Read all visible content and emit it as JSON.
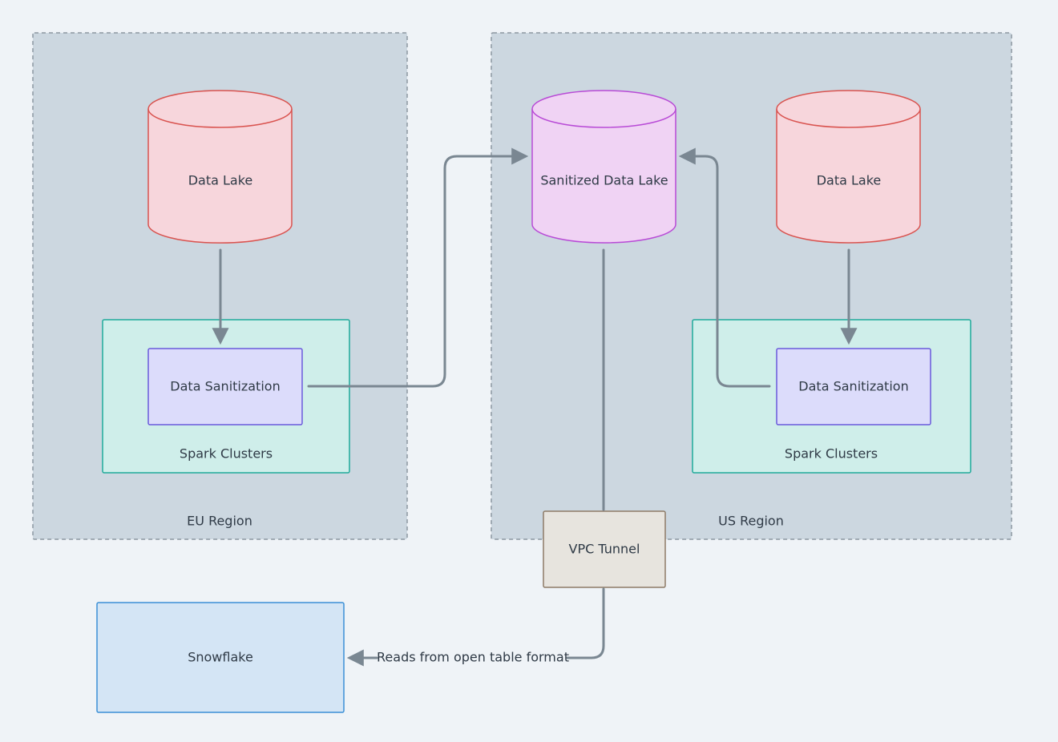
{
  "regions": {
    "eu": {
      "label": "EU Region"
    },
    "us": {
      "label": "US Region"
    }
  },
  "eu_data_lake": {
    "label": "Data Lake"
  },
  "eu_spark_clusters": {
    "label": "Spark Clusters"
  },
  "eu_data_sanitization": {
    "label": "Data Sanitization"
  },
  "sanitized_data_lake": {
    "label": "Sanitized Data Lake"
  },
  "us_data_lake": {
    "label": "Data Lake"
  },
  "us_spark_clusters": {
    "label": "Spark Clusters"
  },
  "us_data_sanitization": {
    "label": "Data Sanitization"
  },
  "vpc_tunnel": {
    "label": "VPC Tunnel"
  },
  "snowflake": {
    "label": "Snowflake"
  },
  "edges": {
    "tunnel_to_snowflake": {
      "label": "Reads from open table format"
    }
  },
  "colors": {
    "page_background": "#eff3f7",
    "region_fill": "#ccd7e0",
    "region_border": "#8c97a1",
    "data_lake_fill": "#f7d6dc",
    "data_lake_stroke": "#d9534f",
    "sanitized_lake_fill": "#f0d3f4",
    "sanitized_lake_stroke": "#b84ad6",
    "spark_fill": "#cfeeea",
    "spark_stroke": "#1faa9a",
    "sanitization_fill": "#dcdcfb",
    "sanitization_stroke": "#6a5adb",
    "vpc_fill": "#e7e4de",
    "vpc_stroke": "#8d7a66",
    "snowflake_fill": "#d4e5f5",
    "snowflake_stroke": "#3b8fd6",
    "edge": "#7a8792",
    "text": "#2f3a46"
  }
}
